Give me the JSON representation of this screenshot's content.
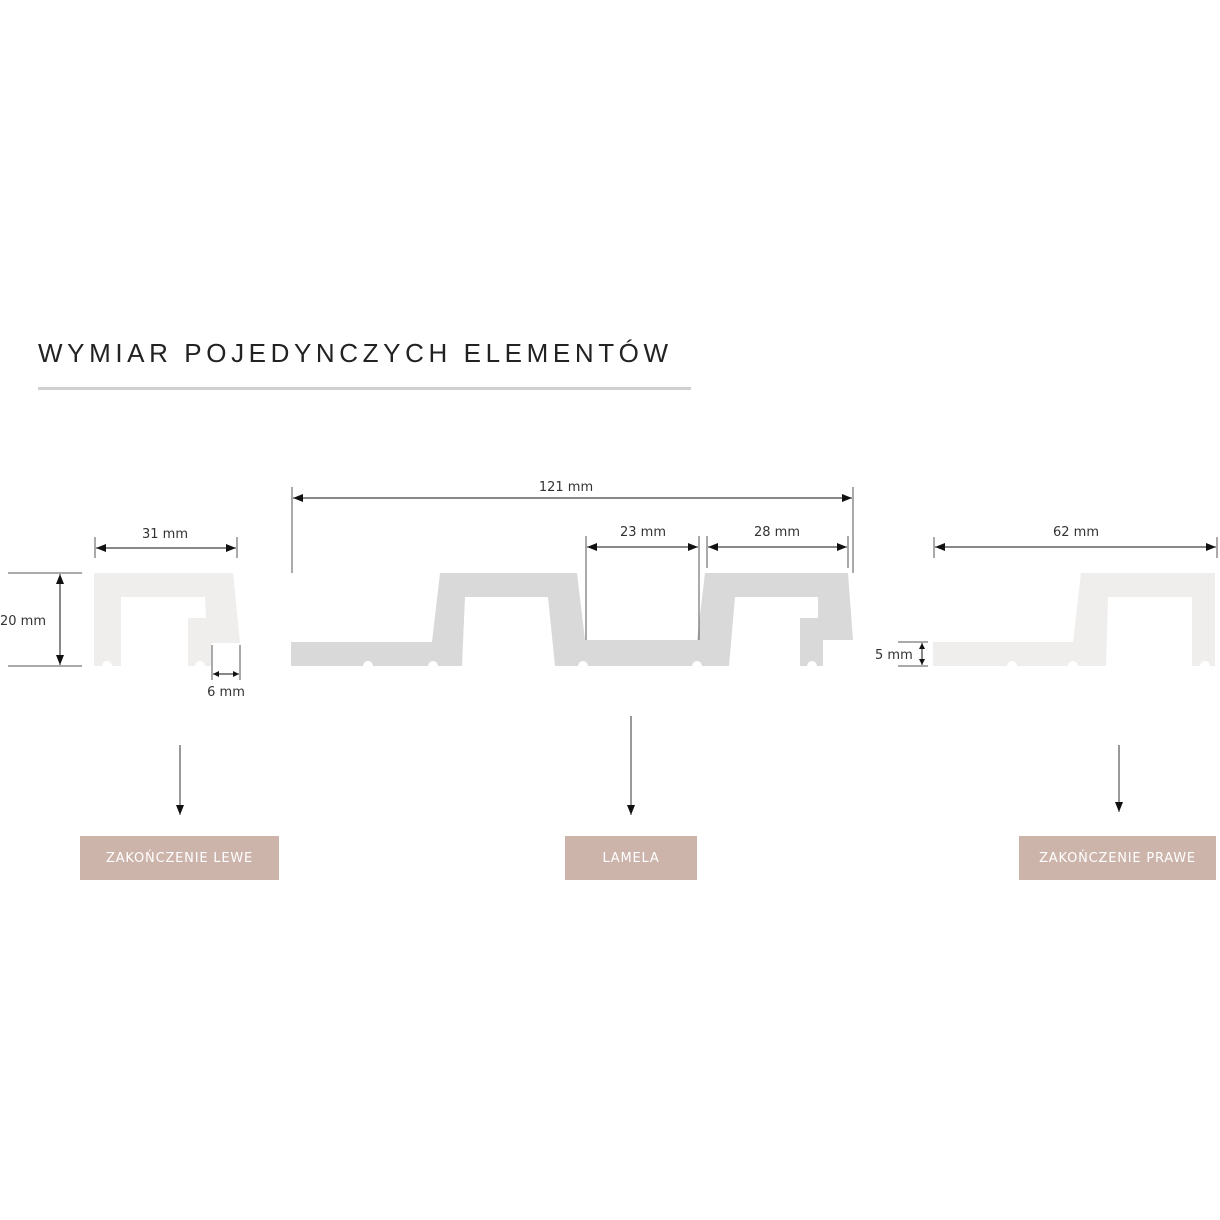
{
  "title": "WYMIAR POJEDYNCZYCH ELEMENTÓW",
  "colors": {
    "end_piece": "#f0eeec",
    "lamela": "#d9d9d9",
    "button": "#cdb4ab",
    "line": "#333333"
  },
  "dimensions": {
    "left_width": "31 mm",
    "left_height": "20 mm",
    "left_notch": "6 mm",
    "lamela_total": "121 mm",
    "lamela_gap": "23 mm",
    "lamela_hump": "28 mm",
    "right_width": "62 mm",
    "right_thickness": "5 mm"
  },
  "buttons": {
    "left": "ZAKOŃCZENIE LEWE",
    "center": "LAMELA",
    "right": "ZAKOŃCZENIE PRAWE"
  }
}
